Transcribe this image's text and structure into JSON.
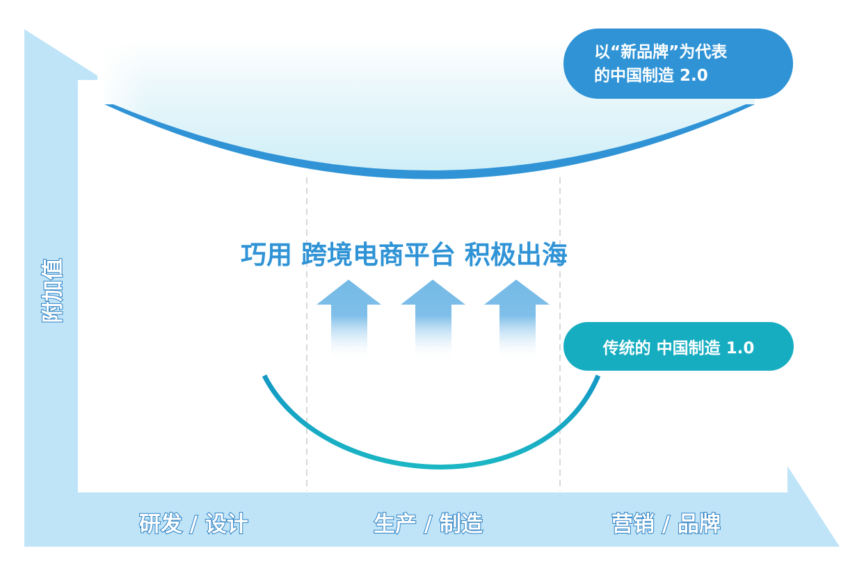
{
  "diagram": {
    "type": "smile-curve",
    "y_axis": {
      "label": "附加值"
    },
    "x_axis": {
      "stages": [
        {
          "label": "研发 / 设计"
        },
        {
          "label": "生产 / 制造"
        },
        {
          "label": "营销 / 品牌"
        }
      ]
    },
    "headline": "巧用 跨境电商平台 积极出海",
    "curves": [
      {
        "name": "中国制造 2.0",
        "label_lines": [
          "以“新品牌”为代表",
          "的中国制造 2.0"
        ],
        "color": "#2f93d6"
      },
      {
        "name": "中国制造 1.0",
        "label": "传统的 中国制造 1.0",
        "color": "#17adc1"
      }
    ],
    "arrows": {
      "count": 3,
      "direction": "up",
      "color": "#74b9e6"
    },
    "colors": {
      "axis_fill": "#bfe4f8",
      "curve_2_0": "#2f93d6",
      "curve_1_0": "#17adc1",
      "headline": "#2f93d6",
      "bowl_fill": "#d3eff8",
      "divider": "#cccccc"
    }
  }
}
